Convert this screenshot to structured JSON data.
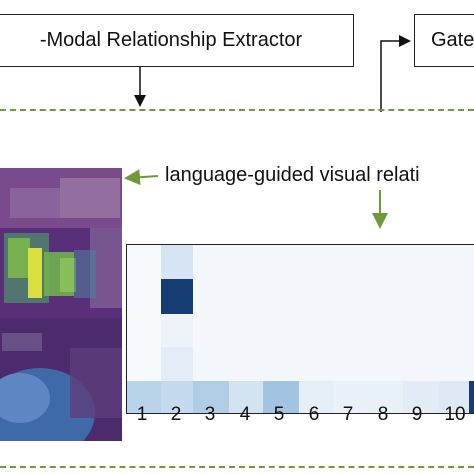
{
  "boxes": {
    "extractor_label": "-Modal Relationship Extractor",
    "gate_label": "Gate"
  },
  "caption": "language-guided visual relati",
  "heatmap": {
    "x_ticks": [
      "1",
      "2",
      "3",
      "4",
      "5",
      "6",
      "7",
      "8",
      "9",
      "10"
    ],
    "colors": {
      "low": "#f3f7fc",
      "light": "#d6e4f3",
      "mid": "#a9c9e3",
      "dark": "#163d73"
    }
  },
  "colors": {
    "dash": "#6f9a3a",
    "border": "#222222"
  }
}
